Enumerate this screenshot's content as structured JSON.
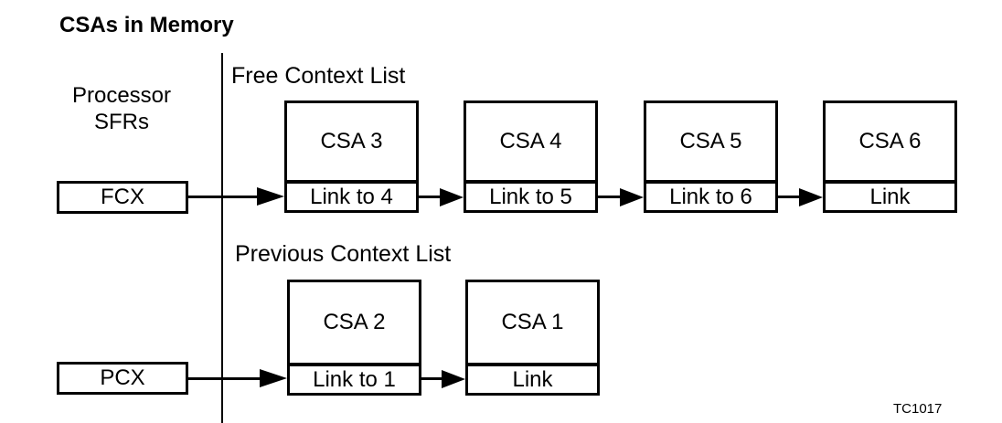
{
  "title": "CSAs in Memory",
  "code_label": "TC1017",
  "colors": {
    "ink": "#000000",
    "background": "#ffffff"
  },
  "left_panel": {
    "label_line1": "Processor",
    "label_line2": "SFRs",
    "registers": [
      {
        "id": "fcx",
        "label": "FCX"
      },
      {
        "id": "pcx",
        "label": "PCX"
      }
    ]
  },
  "free_list": {
    "label": "Free Context List",
    "nodes": [
      {
        "name": "CSA 3",
        "link": "Link to 4"
      },
      {
        "name": "CSA 4",
        "link": "Link to 5"
      },
      {
        "name": "CSA 5",
        "link": "Link to 6"
      },
      {
        "name": "CSA 6",
        "link": "Link"
      }
    ]
  },
  "previous_list": {
    "label": "Previous Context List",
    "nodes": [
      {
        "name": "CSA 2",
        "link": "Link to 1"
      },
      {
        "name": "CSA 1",
        "link": "Link"
      }
    ]
  }
}
